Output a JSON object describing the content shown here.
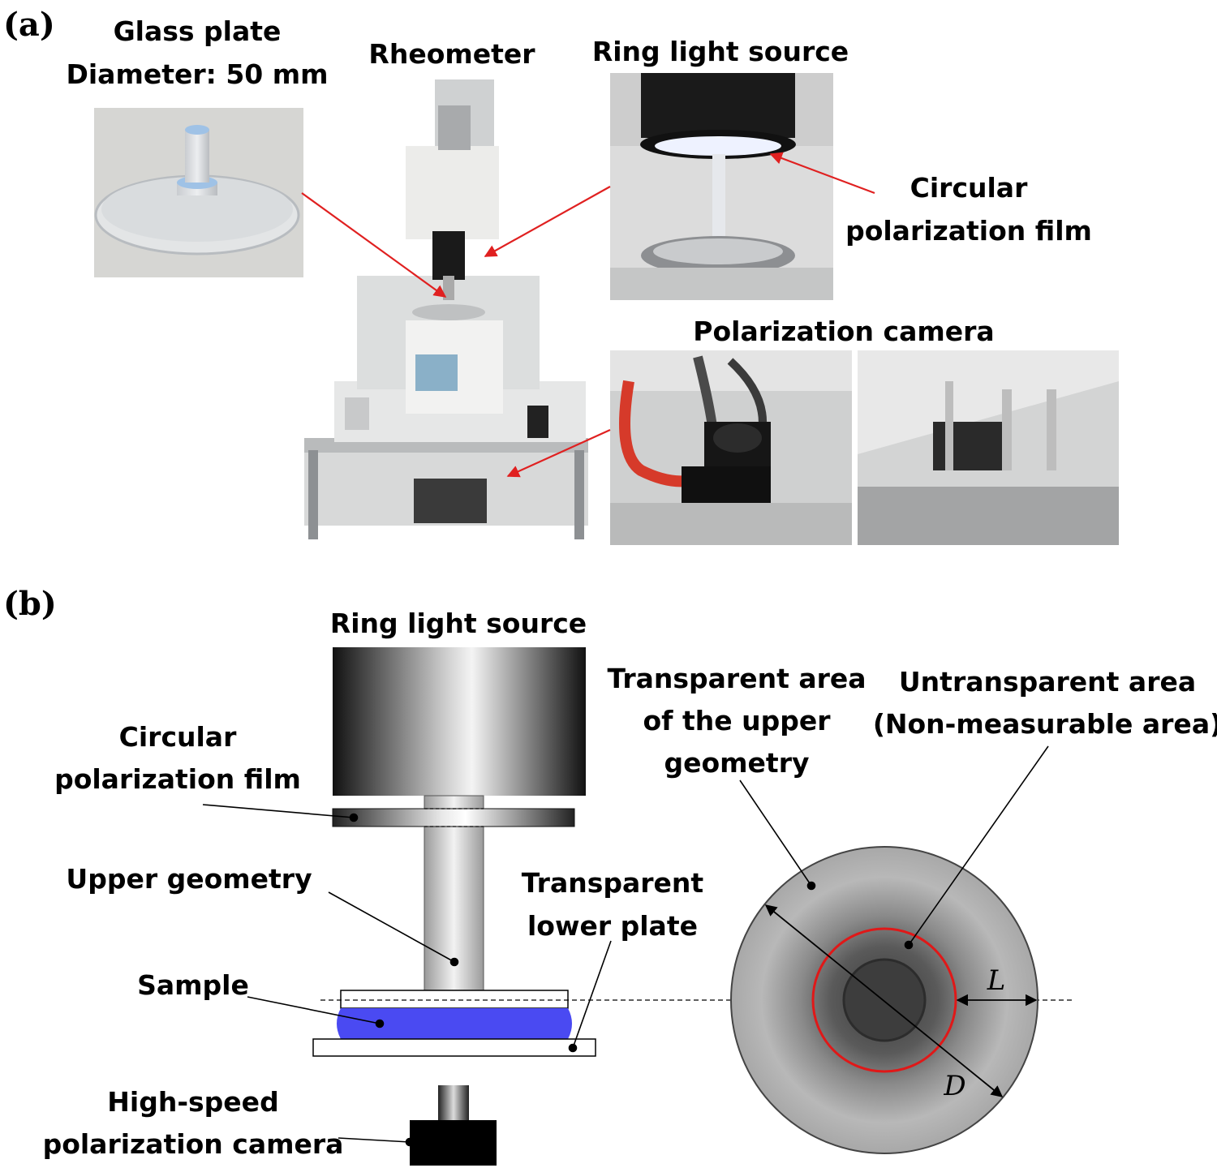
{
  "panel_a": {
    "tag": "(a)",
    "glass_plate_title": "Glass plate",
    "glass_plate_diameter": "Diameter: 50 mm",
    "rheometer_title": "Rheometer",
    "ring_light_title": "Ring light source",
    "circular_film_line1": "Circular",
    "circular_film_line2": "polarization film",
    "polarization_camera_title": "Polarization camera"
  },
  "panel_b": {
    "tag": "(b)",
    "ring_light_title": "Ring light source",
    "circular_film_line1": "Circular",
    "circular_film_line2": "polarization film",
    "upper_geometry": "Upper geometry",
    "transparent_lower_line1": "Transparent",
    "transparent_lower_line2": "lower plate",
    "sample": "Sample",
    "hs_camera_line1": "High-speed",
    "hs_camera_line2": "polarization camera",
    "transparent_area_line1": "Transparent area",
    "transparent_area_line2": "of the upper",
    "transparent_area_line3": "geometry",
    "untransparent_line1": "Untransparent area",
    "untransparent_line2": "(Non-measurable area)",
    "dim_L": "L",
    "dim_D": "D"
  },
  "colors": {
    "sample_fill": "#4a4af2",
    "arrow_red": "#e02020",
    "ring_red": "#e01818"
  }
}
